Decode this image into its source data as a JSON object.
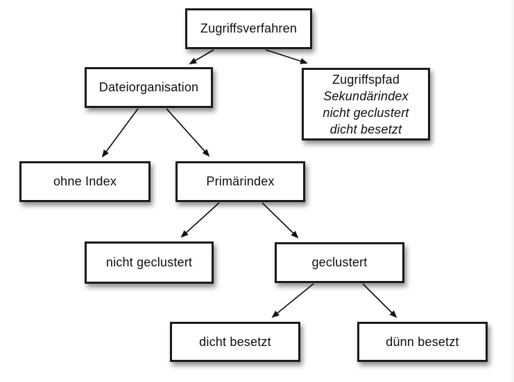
{
  "nodes": {
    "root": {
      "label": "Zugriffsverfahren"
    },
    "dateiorganisation": {
      "label": "Dateiorganisation"
    },
    "zugriffspfad": {
      "title": "Zugriffspfad",
      "sub1": "Sekundärindex",
      "sub2": "nicht geclustert",
      "sub3": "dicht besetzt"
    },
    "ohne_index": {
      "label": "ohne Index"
    },
    "primaerindex": {
      "label": "Primärindex"
    },
    "nicht_geclustert": {
      "label": "nicht geclustert"
    },
    "geclustert": {
      "label": "geclustert"
    },
    "dicht_besetzt": {
      "label": "dicht besetzt"
    },
    "duenn_besetzt": {
      "label": "dünn besetzt"
    }
  },
  "edges": [
    {
      "from": "Zugriffsverfahren",
      "to": "Dateiorganisation"
    },
    {
      "from": "Zugriffsverfahren",
      "to": "Zugriffspfad"
    },
    {
      "from": "Dateiorganisation",
      "to": "ohne Index"
    },
    {
      "from": "Dateiorganisation",
      "to": "Primärindex"
    },
    {
      "from": "Primärindex",
      "to": "nicht geclustert"
    },
    {
      "from": "Primärindex",
      "to": "geclustert"
    },
    {
      "from": "geclustert",
      "to": "dicht besetzt"
    },
    {
      "from": "geclustert",
      "to": "dünn besetzt"
    }
  ],
  "colors": {
    "background": "#ffffff",
    "box_fill": "#ffffff",
    "box_border": "#1b1b1b",
    "arrow": "#111111",
    "text": "#0e0e0e"
  }
}
